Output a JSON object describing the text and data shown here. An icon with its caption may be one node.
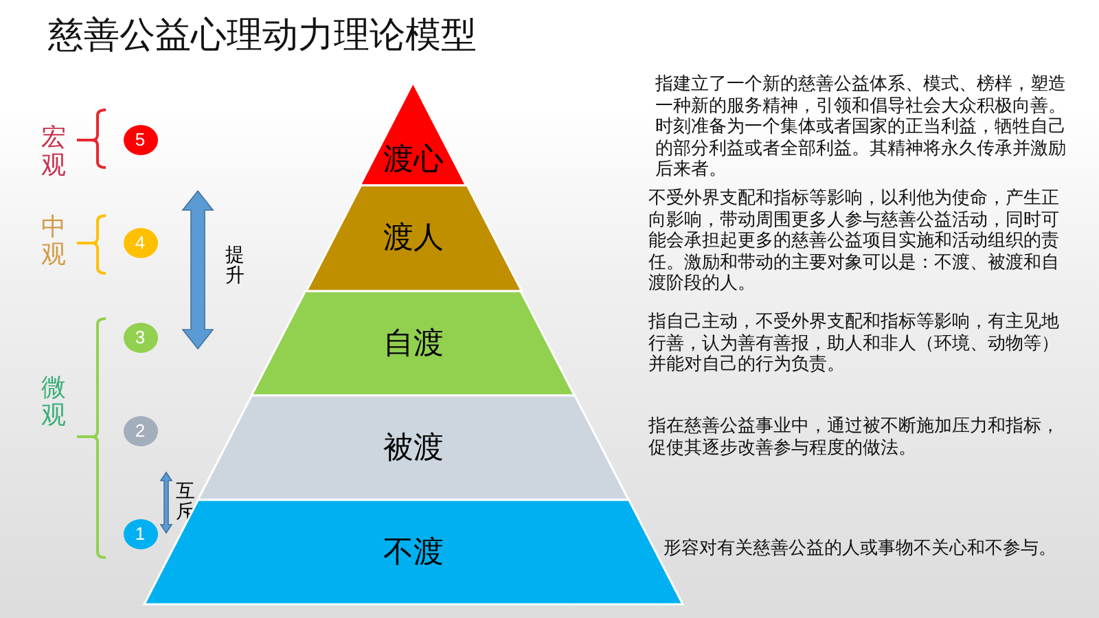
{
  "diagram": {
    "title": "慈善公益心理动力理论模型",
    "nodes": [
      {
        "text": [
          "渡心"
        ]
      },
      {
        "text": [
          "渡人"
        ]
      },
      {
        "text": [
          "自渡"
        ]
      },
      {
        "text": [
          "被渡"
        ]
      },
      {
        "text": [
          "不渡"
        ]
      },
      {
        "text": [
          "5"
        ]
      },
      {
        "text": [
          "4"
        ]
      },
      {
        "text": [
          "3"
        ]
      },
      {
        "text": [
          "2"
        ]
      },
      {
        "text": [
          "1"
        ]
      }
    ],
    "labels": [
      "宏观",
      "指建立了一个新的慈善公益体系、模式、榜样，塑造一种新的服务精神，引领和倡导社会大众积极向善。时刻准备为一个集体或者国家的正当利益，牺牲自己的部分利益或者全部利益。其精神将永久传承并激励后来者。",
      "中观",
      "提升",
      "不受外界支配和指标等影响，以利他为使命，产生正向影响，带动周围更多人参与慈善公益活动，同时可能会承担起更多的慈善公益项目实施和活动组织的责任。激励和带动的主要对象可以是：不渡、被渡和自渡阶段的人。",
      "指自己主动，不受外界支配和指标等影响，有主见地行善，认为善有善报，助人和非人（环境、动物等）并能对自己的行为负责。",
      "微观",
      "指在慈善公益事业中，通过被不断施加压力和指标，促使其逐步改善参与程度的做法。",
      "互斥",
      "形容对有关慈善公益的人或事物不关心和不参与。"
    ]
  }
}
